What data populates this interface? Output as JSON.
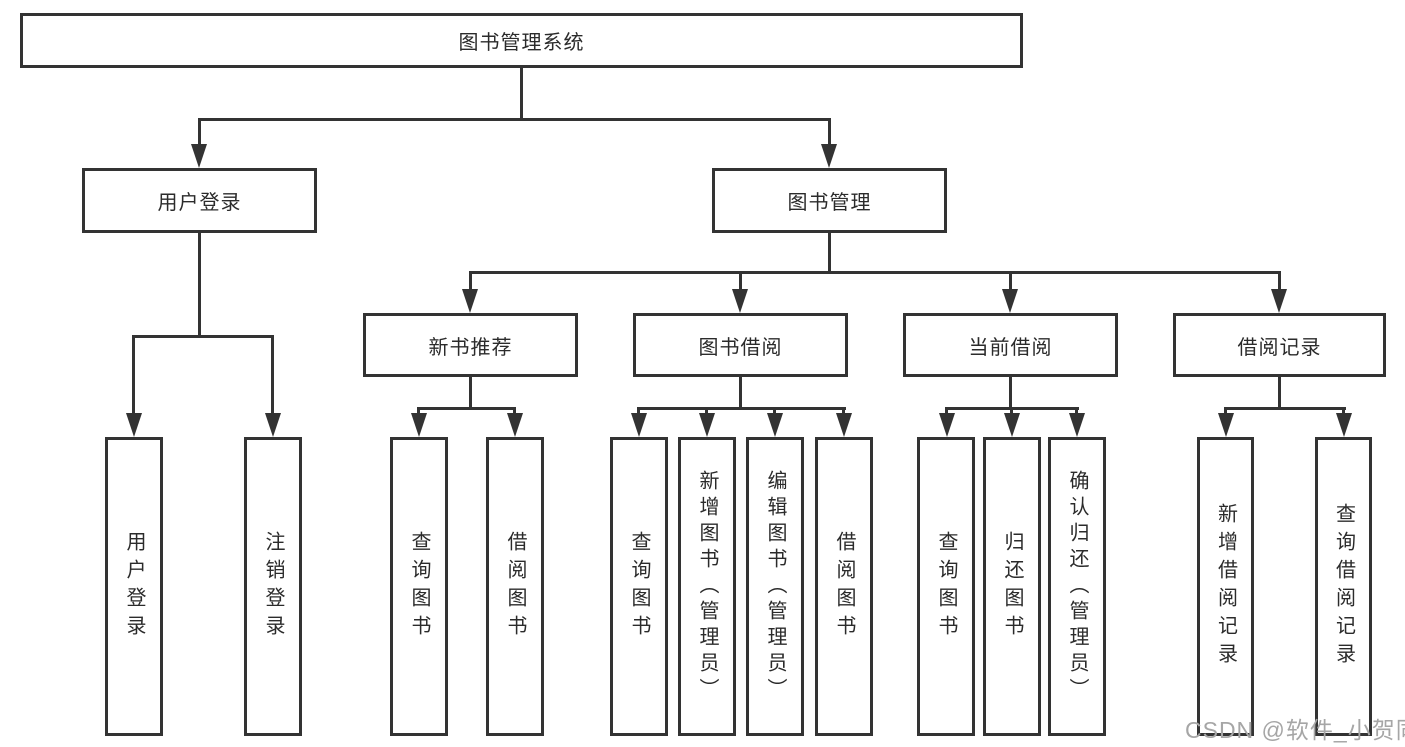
{
  "colors": {
    "line": "#333333",
    "box_border": "#333333",
    "text": "#2b2b2b",
    "watermark": "#a6a6a6",
    "bg": "#ffffff"
  },
  "diagram": {
    "root": {
      "label": "图书管理系统"
    },
    "level2": [
      {
        "label": "用户登录"
      },
      {
        "label": "图书管理"
      }
    ],
    "level3": [
      {
        "label": "新书推荐"
      },
      {
        "label": "图书借阅"
      },
      {
        "label": "当前借阅"
      },
      {
        "label": "借阅记录"
      }
    ],
    "leaves": {
      "user_login": [
        "用户登录",
        "注销登录"
      ],
      "new_book_recommend": [
        "查询图书",
        "借阅图书"
      ],
      "book_borrow": [
        "查询图书",
        "新增图书（管理员）",
        "编辑图书（管理员）",
        "借阅图书"
      ],
      "current_borrow": [
        "查询图书",
        "归还图书",
        "确认归还（管理员）"
      ],
      "borrow_record": [
        "新增借阅记录",
        "查询借阅记录"
      ]
    }
  },
  "watermark": {
    "text": "CSDN @软件_小贺同学"
  }
}
